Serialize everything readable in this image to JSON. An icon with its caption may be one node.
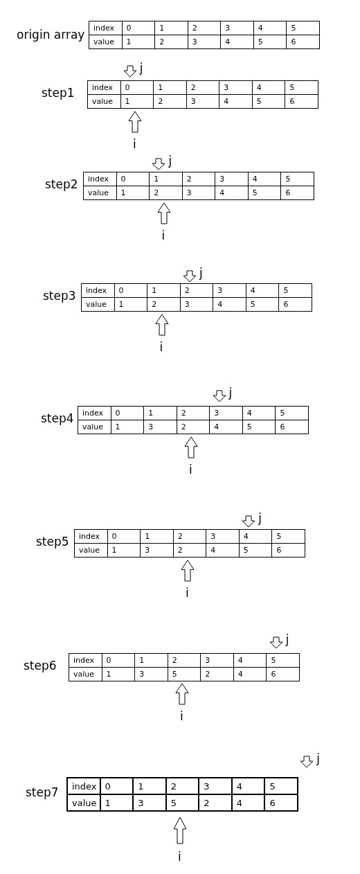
{
  "diagram": {
    "labels": [
      "origin array",
      "index",
      "0",
      "1",
      "2",
      "3",
      "4",
      "5",
      "value",
      "1",
      "2",
      "3",
      "4",
      "5",
      "6",
      "j",
      "step1",
      "index",
      "0",
      "1",
      "2",
      "3",
      "4",
      "5",
      "value",
      "1",
      "2",
      "3",
      "4",
      "5",
      "6",
      "i",
      "j",
      "step2",
      "index",
      "0",
      "1",
      "2",
      "3",
      "4",
      "5",
      "value",
      "1",
      "2",
      "3",
      "4",
      "5",
      "6",
      "i",
      "j",
      "step3",
      "index",
      "0",
      "1",
      "2",
      "3",
      "4",
      "5",
      "value",
      "1",
      "2",
      "3",
      "4",
      "5",
      "6",
      "i",
      "j",
      "step4",
      "index",
      "0",
      "1",
      "2",
      "3",
      "4",
      "5",
      "value",
      "1",
      "3",
      "2",
      "4",
      "5",
      "6",
      "i",
      "j",
      "step5",
      "index",
      "0",
      "1",
      "2",
      "3",
      "4",
      "5",
      "value",
      "1",
      "3",
      "2",
      "4",
      "5",
      "6",
      "i",
      "j",
      "step6",
      "index",
      "0",
      "1",
      "2",
      "3",
      "4",
      "5",
      "value",
      "1",
      "3",
      "5",
      "2",
      "4",
      "6",
      "i",
      "j",
      "step7",
      "index",
      "0",
      "1",
      "2",
      "3",
      "4",
      "5",
      "value",
      "1",
      "3",
      "5",
      "2",
      "4",
      "6",
      "i"
    ]
  }
}
